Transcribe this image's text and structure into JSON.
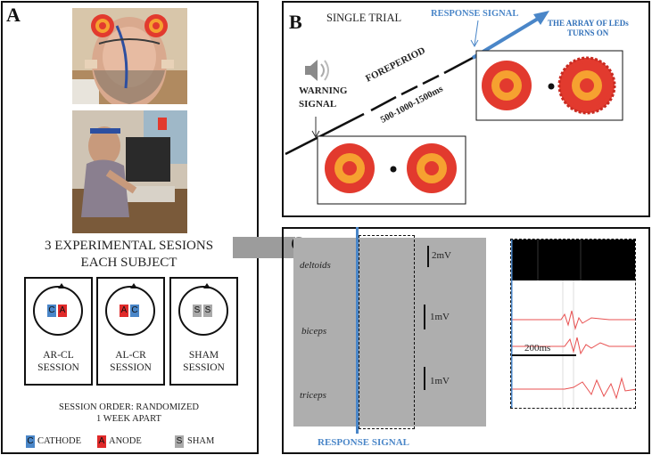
{
  "panels": {
    "a": "A",
    "b": "B",
    "c": "C"
  },
  "panel_a": {
    "title_line1": "3 EXPERIMENTAL SESIONS",
    "title_line2": "EACH SUBJECT",
    "sessions": [
      {
        "name_line1": "AR-CL",
        "name_line2": "SESSION",
        "left_chip": "C",
        "right_chip": "A",
        "left_color": "#4a86c8",
        "right_color": "#e02a2a"
      },
      {
        "name_line1": "AL-CR",
        "name_line2": "SESSION",
        "left_chip": "A",
        "right_chip": "C",
        "left_color": "#e02a2a",
        "right_color": "#4a86c8"
      },
      {
        "name_line1": "SHAM",
        "name_line2": "SESSION",
        "left_chip": "S",
        "right_chip": "S",
        "left_color": "#a9a9a9",
        "right_color": "#a9a9a9"
      }
    ],
    "order_line1": "SESSION ORDER: RANDOMIZED",
    "order_line2": "1 WEEK APART",
    "legend": [
      {
        "chip": "C",
        "label": "CATHODE",
        "color": "#4a86c8"
      },
      {
        "chip": "A",
        "label": "ANODE",
        "color": "#e02a2a"
      },
      {
        "chip": "S",
        "label": "SHAM",
        "color": "#a9a9a9"
      }
    ]
  },
  "panel_b": {
    "title": "SINGLE TRIAL",
    "response_signal": "RESPONSE SIGNAL",
    "leds_line1": "THE ARRAY OF LEDs",
    "leds_line2": "TURNS ON",
    "warning_line1": "WARNING",
    "warning_line2": "SIGNAL",
    "foreperiod": "FOREPERIOD",
    "foreperiod_values": "500-1000-1500ms",
    "icons": [
      "speaker-icon"
    ],
    "colors": {
      "blue": "#4a86c8",
      "ring_red": "#e23a2e",
      "ring_orange": "#f6a130"
    }
  },
  "panel_c": {
    "muscles": [
      "deltoids",
      "biceps",
      "triceps"
    ],
    "scales": [
      "2mV",
      "1mV",
      "1mV"
    ],
    "time_scale": "200ms",
    "response_signal": "RESPONSE SIGNAL"
  }
}
